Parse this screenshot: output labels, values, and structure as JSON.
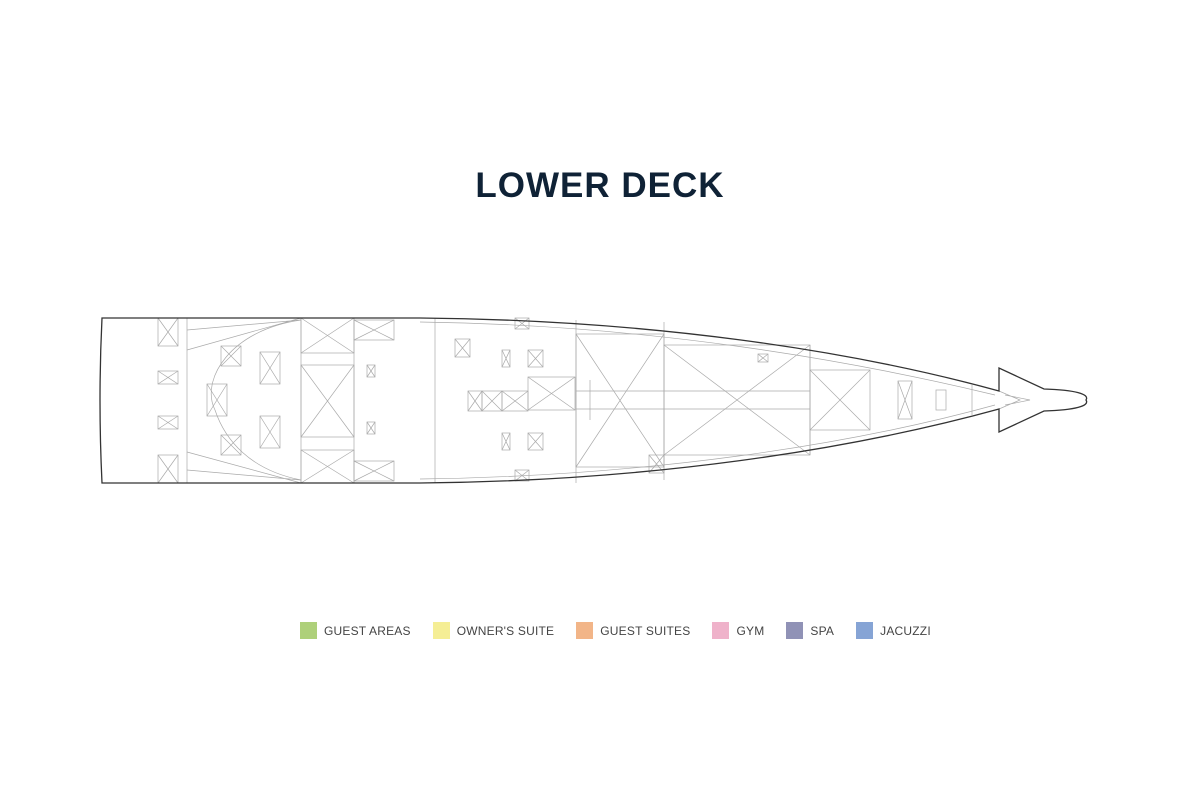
{
  "title": "LOWER DECK",
  "legend": [
    {
      "label": "GUEST AREAS",
      "color": "#b3d67e"
    },
    {
      "label": "OWNER'S SUITE",
      "color": "#fdf59a"
    },
    {
      "label": "GUEST SUITES",
      "color": "#f9bb8c"
    },
    {
      "label": "GYM",
      "color": "#f6b7d0"
    },
    {
      "label": "SPA",
      "color": "#9496bc"
    },
    {
      "label": "JACUZZI",
      "color": "#8aa9dc"
    }
  ]
}
